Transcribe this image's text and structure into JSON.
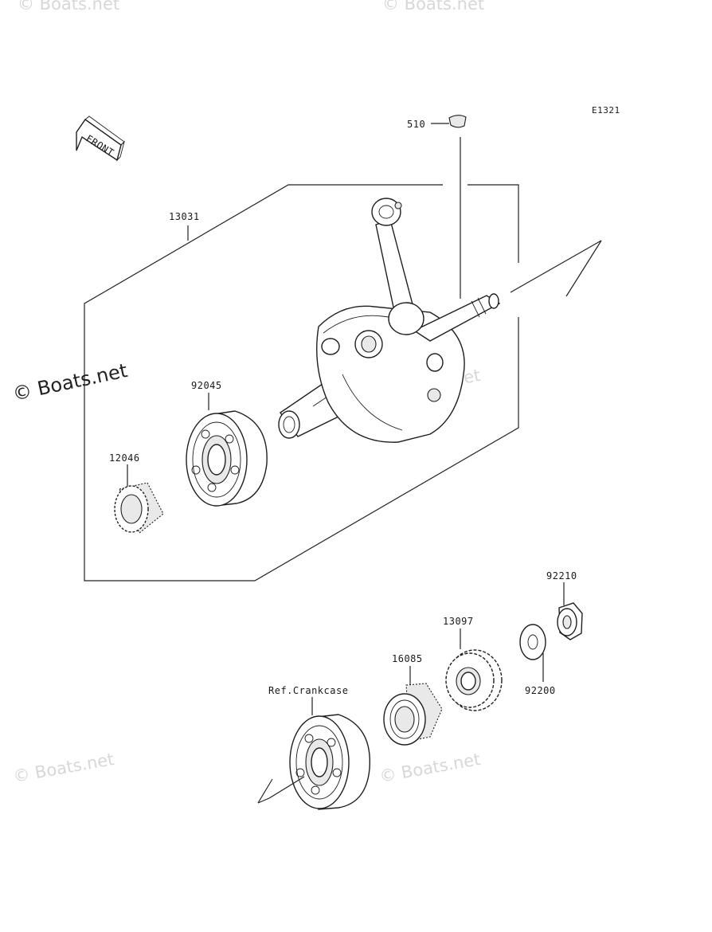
{
  "diagram": {
    "code": "E1321",
    "front_label": "FRONT",
    "watermark_main": "© Boats.net",
    "watermark_faint": "© Boats.net",
    "ref_label": "Ref.Crankcase",
    "parts": {
      "p510": "510",
      "p13031": "13031",
      "p92045": "92045",
      "p12046": "12046",
      "p92210": "92210",
      "p13097": "13097",
      "p16085": "16085",
      "p92200": "92200"
    }
  }
}
